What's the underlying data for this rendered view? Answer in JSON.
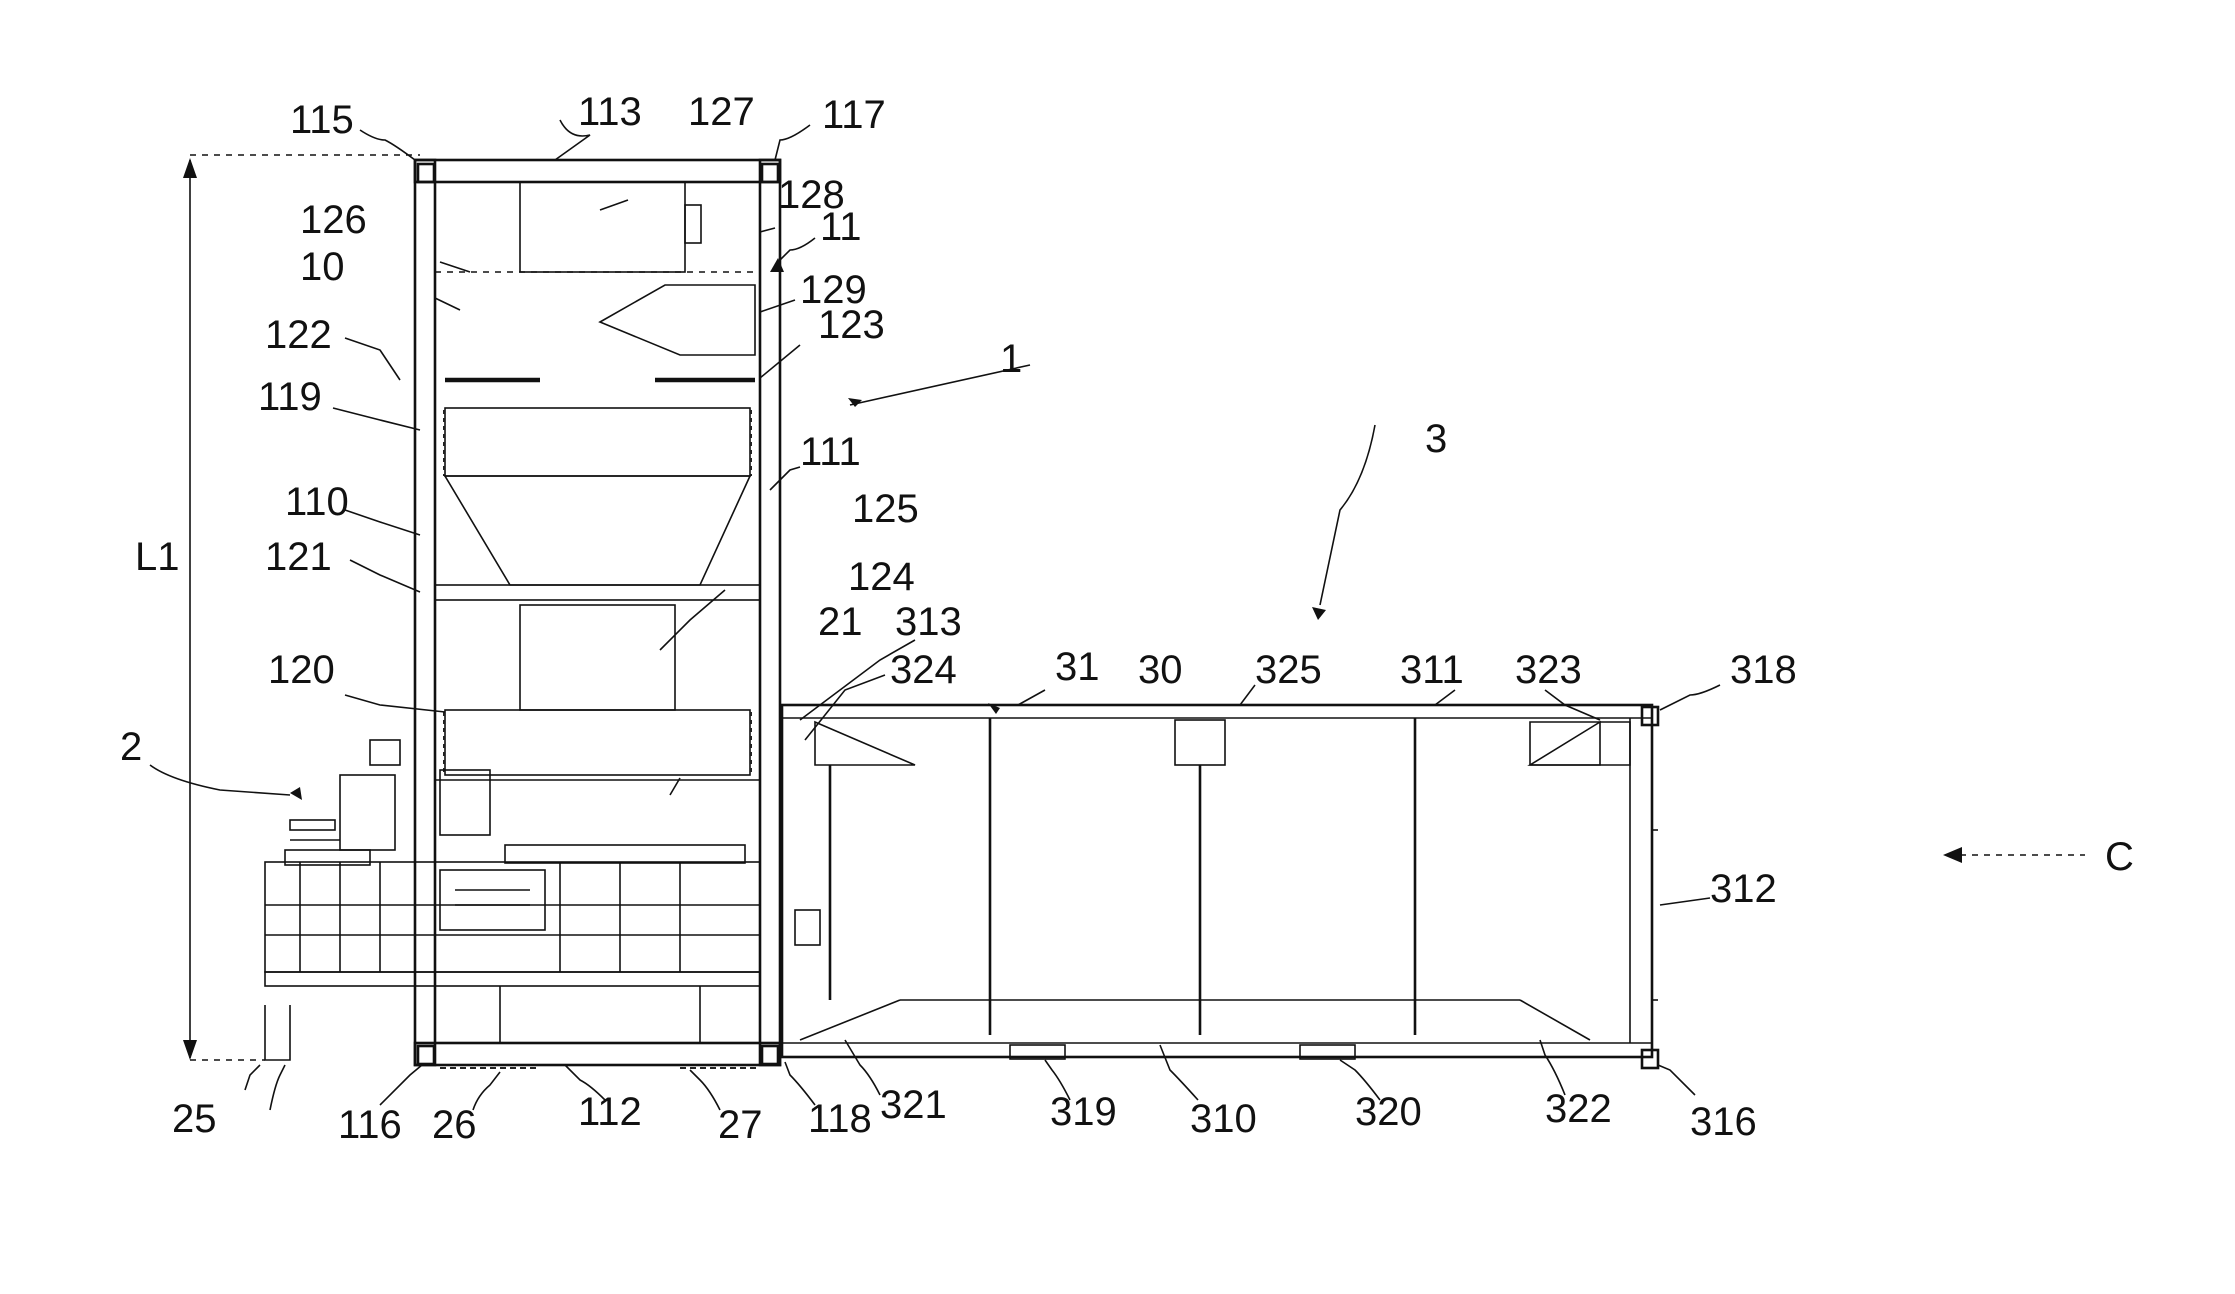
{
  "labels": {
    "l115": "115",
    "l113": "113",
    "l127": "127",
    "l117": "117",
    "l128": "128",
    "l11": "11",
    "l126": "126",
    "l10": "10",
    "l129": "129",
    "l122": "122",
    "l123": "123",
    "l1": "1",
    "l119": "119",
    "l111": "111",
    "l3": "3",
    "l110": "110",
    "l125": "125",
    "lL1": "L1",
    "l121": "121",
    "l124": "124",
    "l21": "21",
    "l313": "313",
    "l324": "324",
    "l31": "31",
    "l30": "30",
    "l325": "325",
    "l311": "311",
    "l323": "323",
    "l318": "318",
    "l120": "120",
    "l2": "2",
    "lC": "C",
    "l312": "312",
    "l25": "25",
    "l116": "116",
    "l26": "26",
    "l112": "112",
    "l27": "27",
    "l118": "118",
    "l321": "321",
    "l319": "319",
    "l310": "310",
    "l320": "320",
    "l322": "322",
    "l316": "316"
  }
}
